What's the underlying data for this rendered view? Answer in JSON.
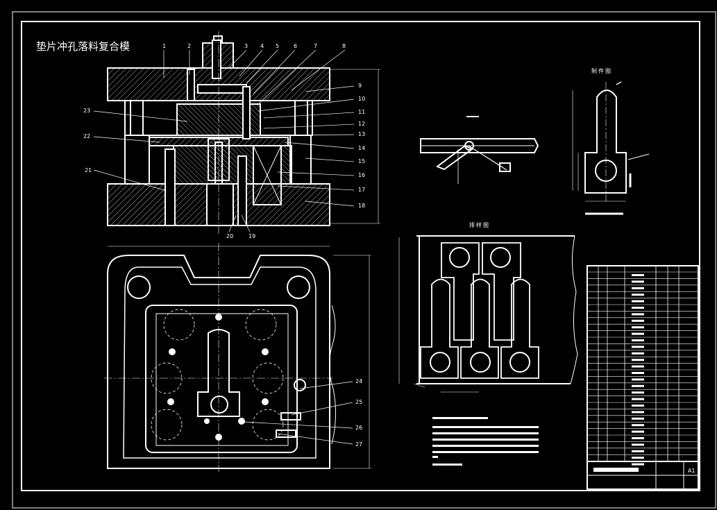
{
  "drawing": {
    "title": "垫片冲孔落料复合模",
    "part_drawing_label": "制件图",
    "layout_drawing_label": "排样图",
    "sheet_size": "A1"
  },
  "part_numbers": [
    "1",
    "2",
    "3",
    "4",
    "5",
    "6",
    "7",
    "8",
    "9",
    "10",
    "11",
    "12",
    "13",
    "14",
    "15",
    "16",
    "17",
    "18",
    "19",
    "20",
    "21",
    "22",
    "23",
    "24",
    "25",
    "26",
    "27"
  ],
  "colors": {
    "background": "#000000",
    "line": "#ffffff",
    "hatch": "#bfbfbf"
  }
}
